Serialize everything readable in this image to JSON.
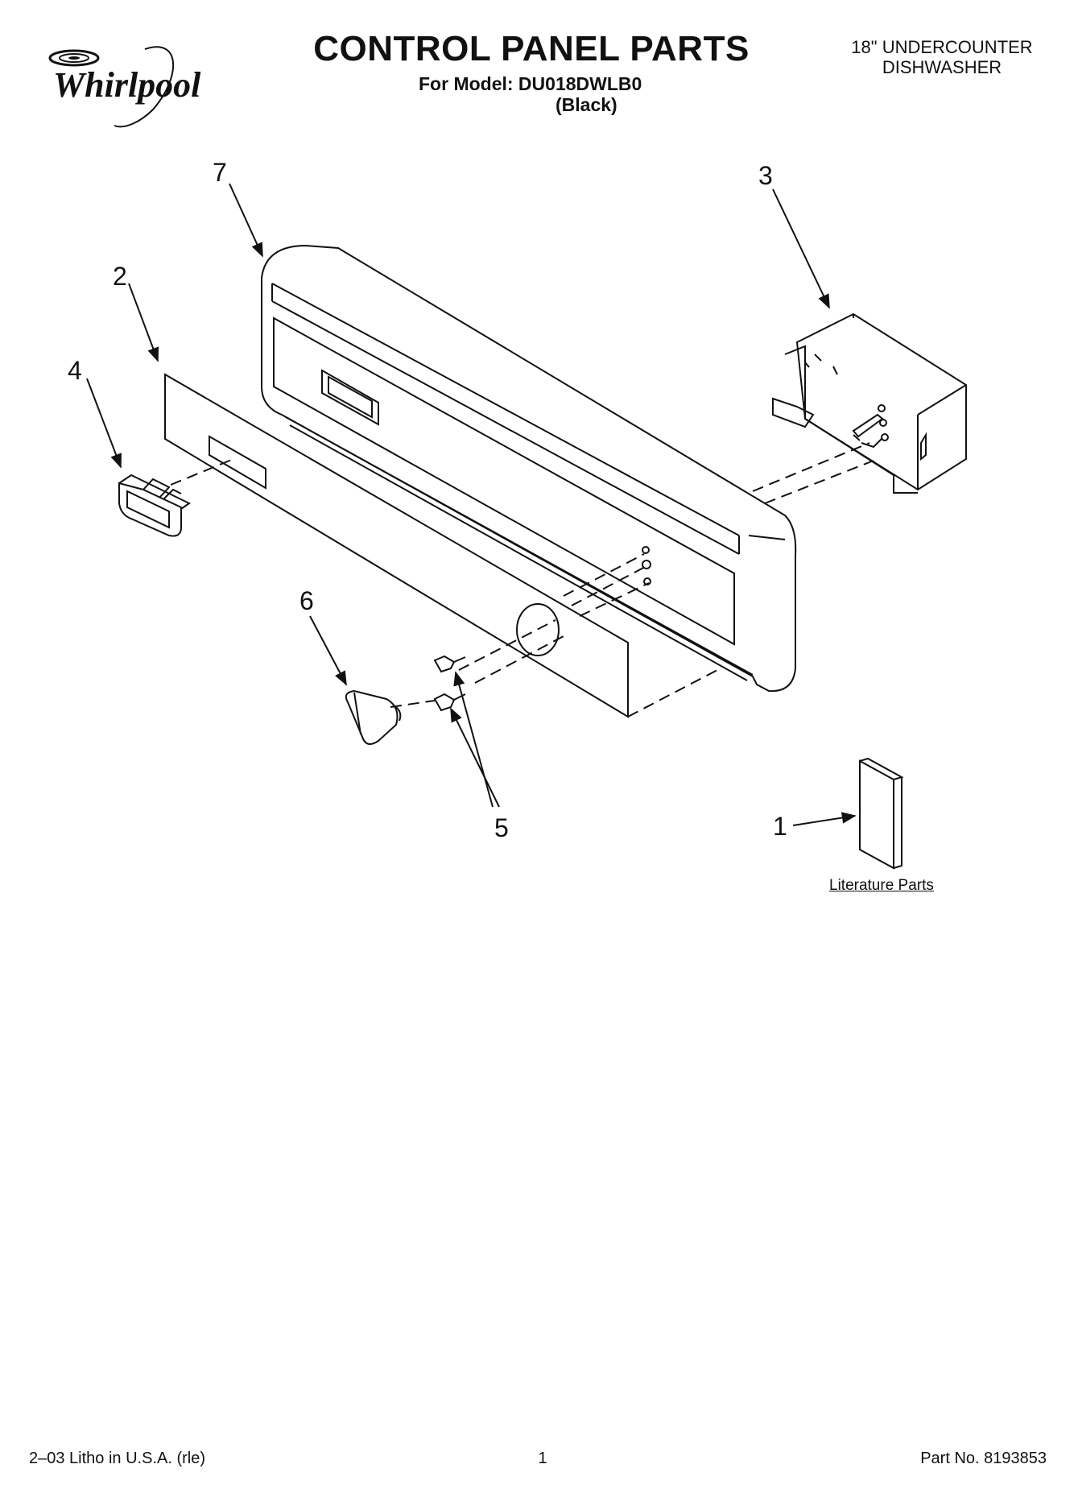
{
  "header": {
    "brand": "Whirlpool",
    "title": "CONTROL PANEL PARTS",
    "model_line": "For Model: DU018DWLB0",
    "variant": "(Black)",
    "product_line1": "18\" UNDERCOUNTER",
    "product_line2": "DISHWASHER"
  },
  "callouts": {
    "c1": "1",
    "c2": "2",
    "c3": "3",
    "c4": "4",
    "c5": "5",
    "c6": "6",
    "c7": "7"
  },
  "literature": {
    "label": "Literature Parts"
  },
  "footer": {
    "left": "2–03 Litho in U.S.A. (rle)",
    "page": "1",
    "part_no": "Part No. 8193853"
  },
  "colors": {
    "ink": "#111111",
    "paper": "#ffffff"
  }
}
